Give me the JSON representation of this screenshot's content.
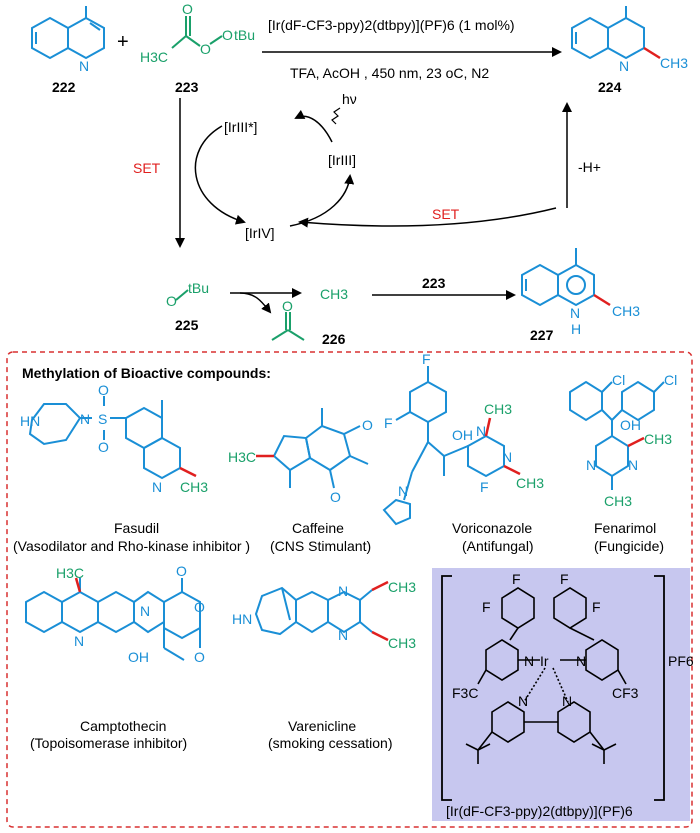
{
  "reaction": {
    "conditions_top": "[Ir(dF-CF3-ppy)2(dtbpy)](PF)6 (1 mol%)",
    "conditions_bottom": "TFA, AcOH , 450 nm, 23 oC, N2"
  },
  "compounds": {
    "c222": "222",
    "c223": "223",
    "c224": "224",
    "c225": "225",
    "c226": "226",
    "c227": "227",
    "c223_arrow": "223"
  },
  "atoms": {
    "N": "N",
    "H3C": "H3C",
    "CH3": "CH3",
    "tBu": "tBu",
    "O": "O",
    "OH": "OH",
    "HN": "HN",
    "H": "H",
    "F": "F",
    "Cl": "Cl",
    "S": "S",
    "Ir": "Ir",
    "CF3": "CF3",
    "F3C": "F3C",
    "PF6": "PF6"
  },
  "cycle": {
    "ir3_star": "[IrIII*]",
    "ir3": "[IrIII]",
    "ir4": "[IrIV]",
    "hv": "hν",
    "set_left": "SET",
    "set_right": "SET",
    "minus_h": "-H+"
  },
  "section": {
    "title": "Methylation of Bioactive compounds:"
  },
  "drugs": [
    {
      "name": "Fasudil",
      "use": "(Vasodilator and Rho-kinase inhibitor )"
    },
    {
      "name": "Caffeine",
      "use": "(CNS Stimulant)"
    },
    {
      "name": "Voriconazole",
      "use": "(Antifungal)"
    },
    {
      "name": "Fenarimol",
      "use": "(Fungicide)"
    },
    {
      "name": "Camptothecin",
      "use": "(Topoisomerase inhibitor)"
    },
    {
      "name": "Varenicline",
      "use": "(smoking cessation)"
    }
  ],
  "catalyst": {
    "label": "[Ir(dF-CF3-ppy)2(dtbpy)](PF)6"
  },
  "colors": {
    "blue": "#1a8fd6",
    "green": "#1aa06a",
    "red": "#e0201f",
    "box_fill": "#c7c7ef",
    "dashed_border": "#d83030"
  }
}
